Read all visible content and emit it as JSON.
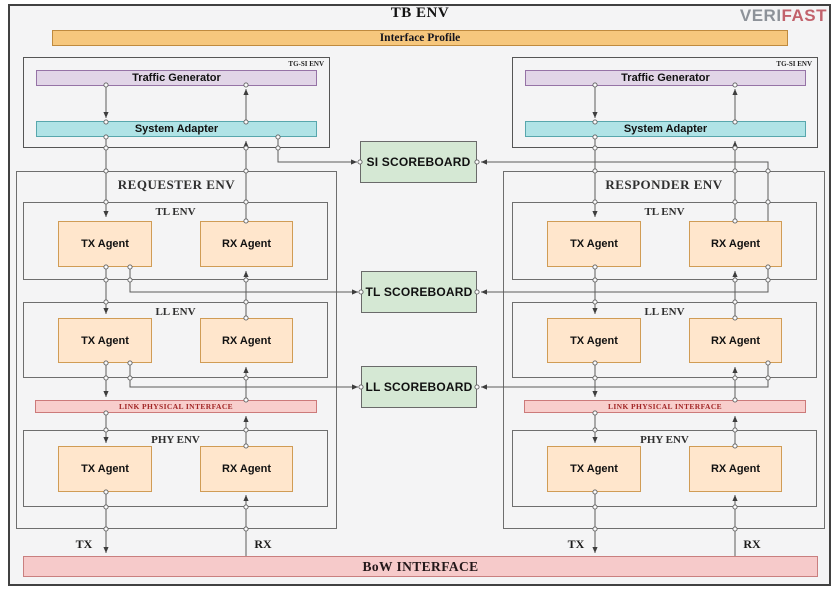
{
  "title": "TB ENV",
  "logo": {
    "part1": "VERI",
    "part2": "FAST"
  },
  "interface_profile_label": "Interface Profile",
  "tg_si": {
    "env_label": "TG-SI ENV",
    "traffic_generator": "Traffic Generator",
    "system_adapter": "System Adapter"
  },
  "envs": {
    "requester": "REQUESTER ENV",
    "responder": "RESPONDER ENV",
    "tl": "TL ENV",
    "ll": "LL ENV",
    "phy": "PHY ENV"
  },
  "agents": {
    "tx": "TX Agent",
    "rx": "RX Agent"
  },
  "scoreboards": {
    "si": "SI SCOREBOARD",
    "tl": "TL SCOREBOARD",
    "ll": "LL SCOREBOARD"
  },
  "link_physical_interface_label": "LINK PHYSICAL INTERFACE",
  "bow_interface_label": "BoW INTERFACE",
  "port_labels": {
    "tx": "TX",
    "rx": "RX"
  },
  "colors": {
    "traffic_generator_fill": "#e1d5e7",
    "system_adapter_fill": "#b0e3e6",
    "agent_fill": "#ffe6cc",
    "scoreboard_fill": "#d5e8d4",
    "interface_profile_fill": "#f6c77d",
    "link_interface_fill": "#f8cecc",
    "bow_fill": "#f6caca",
    "logo_gray": "#8d9299",
    "logo_red": "#c2626c"
  }
}
